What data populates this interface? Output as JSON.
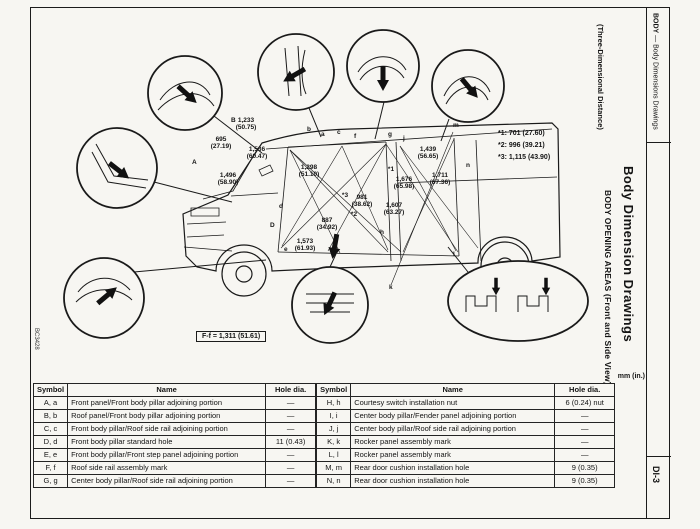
{
  "page": {
    "units_note": "mm (in.)",
    "doc_code": "BC3428"
  },
  "sidebar": {
    "edge_label_bold": "BODY",
    "edge_label_rest": " — Body Dimensions Drawings",
    "page_number": "DI-3"
  },
  "titles": {
    "main": "Body Dimension Drawings",
    "sub": "BODY OPENING AREAS (Front and Side View)"
  },
  "drawing": {
    "axis_note": "(Three-Dimensional Distance)",
    "footnotes": [
      "*1: 701 (27.60)",
      "*2: 996 (39.21)",
      "*3: 1,115 (43.90)"
    ],
    "boxed_note": "F-f = 1,311 (51.61)",
    "labels": [
      "1,233\n(50.75)",
      "695\n(27.19)",
      "1,536\n(60.47)",
      "1,496\n(58.90)",
      "1,298\n(51.10)",
      "1,439\n(56.65)",
      "1,676\n(65.98)",
      "1,711\n(67.36)",
      "981\n(38.62)",
      "1,607\n(63.27)",
      "887\n(34.92)",
      "1,573\n(61.93)",
      "*1",
      "*2",
      "*3"
    ],
    "points": [
      "B",
      "b",
      "a",
      "c",
      "f",
      "g",
      "j",
      "m",
      "A",
      "d",
      "D",
      "h",
      "e",
      "k",
      "l",
      "n"
    ]
  },
  "tables": {
    "headers": {
      "symbol": "Symbol",
      "name": "Name",
      "hole": "Hole dia."
    },
    "left": {
      "rows": [
        {
          "sym": "A, a",
          "name": "Front panel/Front body pillar adjoining portion",
          "hole": "—"
        },
        {
          "sym": "B, b",
          "name": "Roof panel/Front body pillar adjoining portion",
          "hole": "—"
        },
        {
          "sym": "C, c",
          "name": "Front body pillar/Roof side rail adjoining portion",
          "hole": "—"
        },
        {
          "sym": "D, d",
          "name": "Front body pillar standard hole",
          "hole": "11 (0.43)"
        },
        {
          "sym": "E, e",
          "name": "Front body pillar/Front step panel adjoining portion",
          "hole": "—"
        },
        {
          "sym": "F, f",
          "name": "Roof side rail assembly mark",
          "hole": "—"
        },
        {
          "sym": "G, g",
          "name": "Center body pillar/Roof side rail adjoining portion",
          "hole": "—"
        }
      ]
    },
    "right": {
      "rows": [
        {
          "sym": "H, h",
          "name": "Courtesy switch installation nut",
          "hole": "6 (0.24) nut"
        },
        {
          "sym": "I, i",
          "name": "Center body pillar/Fender panel adjoining portion",
          "hole": "—"
        },
        {
          "sym": "J, j",
          "name": "Center body pillar/Roof side rail adjoining portion",
          "hole": "—"
        },
        {
          "sym": "K, k",
          "name": "Rocker panel assembly mark",
          "hole": "—"
        },
        {
          "sym": "L, l",
          "name": "Rocker panel assembly mark",
          "hole": "—"
        },
        {
          "sym": "M, m",
          "name": "Rear door cushion installation hole",
          "hole": "9 (0.35)"
        },
        {
          "sym": "N, n",
          "name": "Rear door cushion installation hole",
          "hole": "9 (0.35)"
        }
      ]
    }
  }
}
